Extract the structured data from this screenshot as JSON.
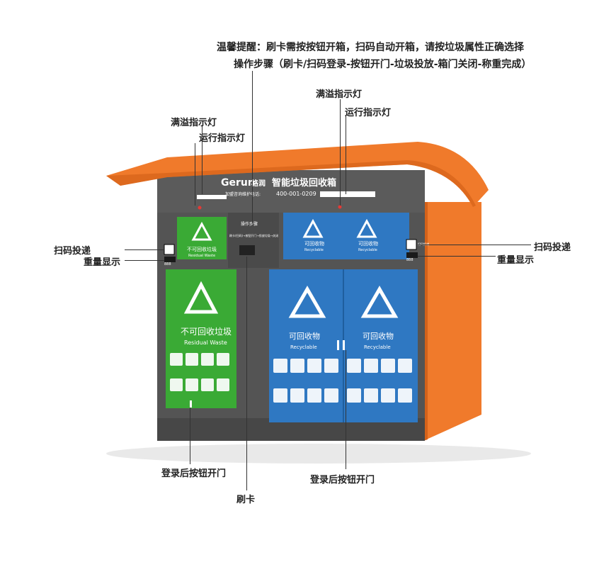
{
  "header": {
    "tip": "温馨提醒：刷卡需按按钮开箱，扫码自动开箱，请按垃圾属性正确选择",
    "steps": "操作步骤（刷卡/扫码登录-按钮开门-垃圾投放-箱门关闭-称重完成）"
  },
  "callouts": {
    "overflow_light_left": "满溢指示灯",
    "run_light_left": "运行指示灯",
    "overflow_light_right": "满溢指示灯",
    "run_light_right": "运行指示灯",
    "scan_left": "扫码投递",
    "weight_left": "重量显示",
    "scan_right": "扫码投递",
    "weight_right": "重量显示",
    "door_left": "登录后按钮开门",
    "door_right": "登录后按钮开门",
    "card": "刷卡"
  },
  "machine": {
    "brand": "Gerun",
    "brand_cn": "格润",
    "product_name": "智能垃圾回收箱",
    "hotline_label": "加盟咨询维护电话:",
    "hotline": "400-001-0209",
    "panel_title": "操作步骤",
    "panel_steps": "刷卡(扫码)→按钮开门→投放垃圾→关闭",
    "qr_label": "扫码投递",
    "weight_readout": "888",
    "colors": {
      "orange": "#f07a2b",
      "gray": "#555555",
      "green": "#3aaa35",
      "blue": "#2f78c2"
    }
  },
  "bins": {
    "residual_cn": "不可回收垃圾",
    "residual_en": "Residual Waste",
    "recyclable_cn": "可回收物",
    "recyclable_en": "Recyclable"
  }
}
